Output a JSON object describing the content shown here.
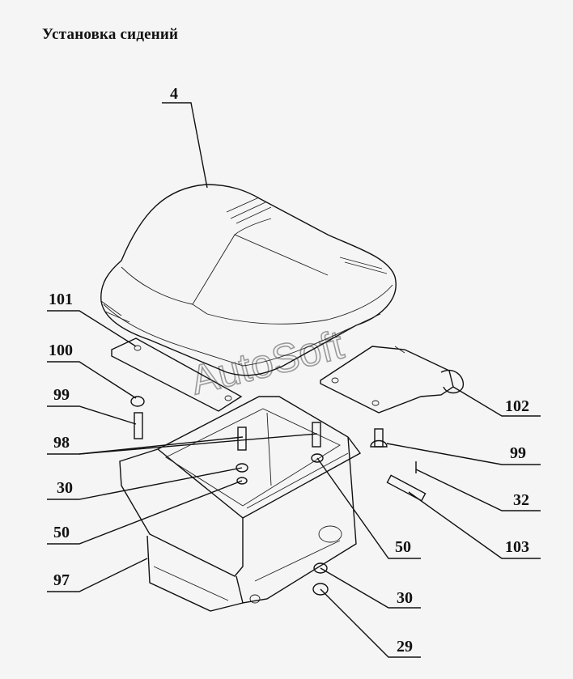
{
  "title": "Установка сидений",
  "watermark": "AutoSoft",
  "labels": {
    "l4": "4",
    "l101": "101",
    "l100": "100",
    "l99a": "99",
    "l98": "98",
    "l30a": "30",
    "l50a": "50",
    "l97": "97",
    "l102": "102",
    "l99b": "99",
    "l32": "32",
    "l103": "103",
    "l50b": "50",
    "l30b": "30",
    "l29": "29"
  }
}
